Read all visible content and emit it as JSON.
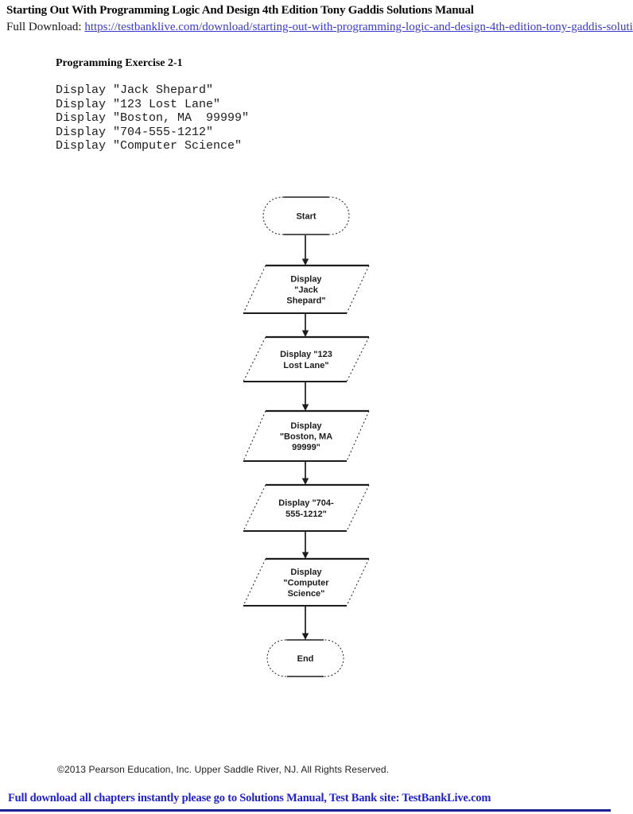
{
  "header": {
    "title": "Starting Out With Programming Logic And Design 4th Edition Tony Gaddis Solutions Manual",
    "download_label": "Full Download: ",
    "download_url": "https://testbanklive.com/download/starting-out-with-programming-logic-and-design-4th-edition-tony-gaddis-soluti"
  },
  "exercise": {
    "heading": "Programming Exercise 2-1",
    "code_lines": [
      "Display \"Jack Shepard\"",
      "Display \"123 Lost Lane\"",
      "Display \"Boston, MA  99999\"",
      "Display \"704-555-1212\"",
      "Display \"Computer Science\""
    ]
  },
  "flowchart": {
    "nodes": [
      {
        "id": "start",
        "type": "terminator",
        "lines": [
          "Start"
        ]
      },
      {
        "id": "display-jack-shepard",
        "type": "input-output",
        "lines": [
          "Display",
          "\"Jack",
          "Shepard\""
        ]
      },
      {
        "id": "display-123-lost-lane",
        "type": "input-output",
        "lines": [
          "Display \"123",
          "Lost Lane\""
        ]
      },
      {
        "id": "display-boston-ma",
        "type": "input-output",
        "lines": [
          "Display",
          "\"Boston, MA",
          "99999\""
        ]
      },
      {
        "id": "display-704-555-1212",
        "type": "input-output",
        "lines": [
          "Display \"704-",
          "555-1212\""
        ]
      },
      {
        "id": "display-computer-science",
        "type": "input-output",
        "lines": [
          "Display",
          "\"Computer",
          "Science\""
        ]
      },
      {
        "id": "end",
        "type": "terminator",
        "lines": [
          "End"
        ]
      }
    ]
  },
  "footer": {
    "copyright": "©2013 Pearson Education, Inc. Upper Saddle River, NJ. All Rights Reserved.",
    "promo_text": "Full download all chapters instantly please go to Solutions Manual, Test Bank site: TestBankLive.com"
  },
  "colors": {
    "link_blue": "#3b3acd",
    "promo_blue": "#2222cc",
    "bottom_bar_navy": "#1f1f96",
    "flowchart_ink": "#1c1c1c"
  }
}
